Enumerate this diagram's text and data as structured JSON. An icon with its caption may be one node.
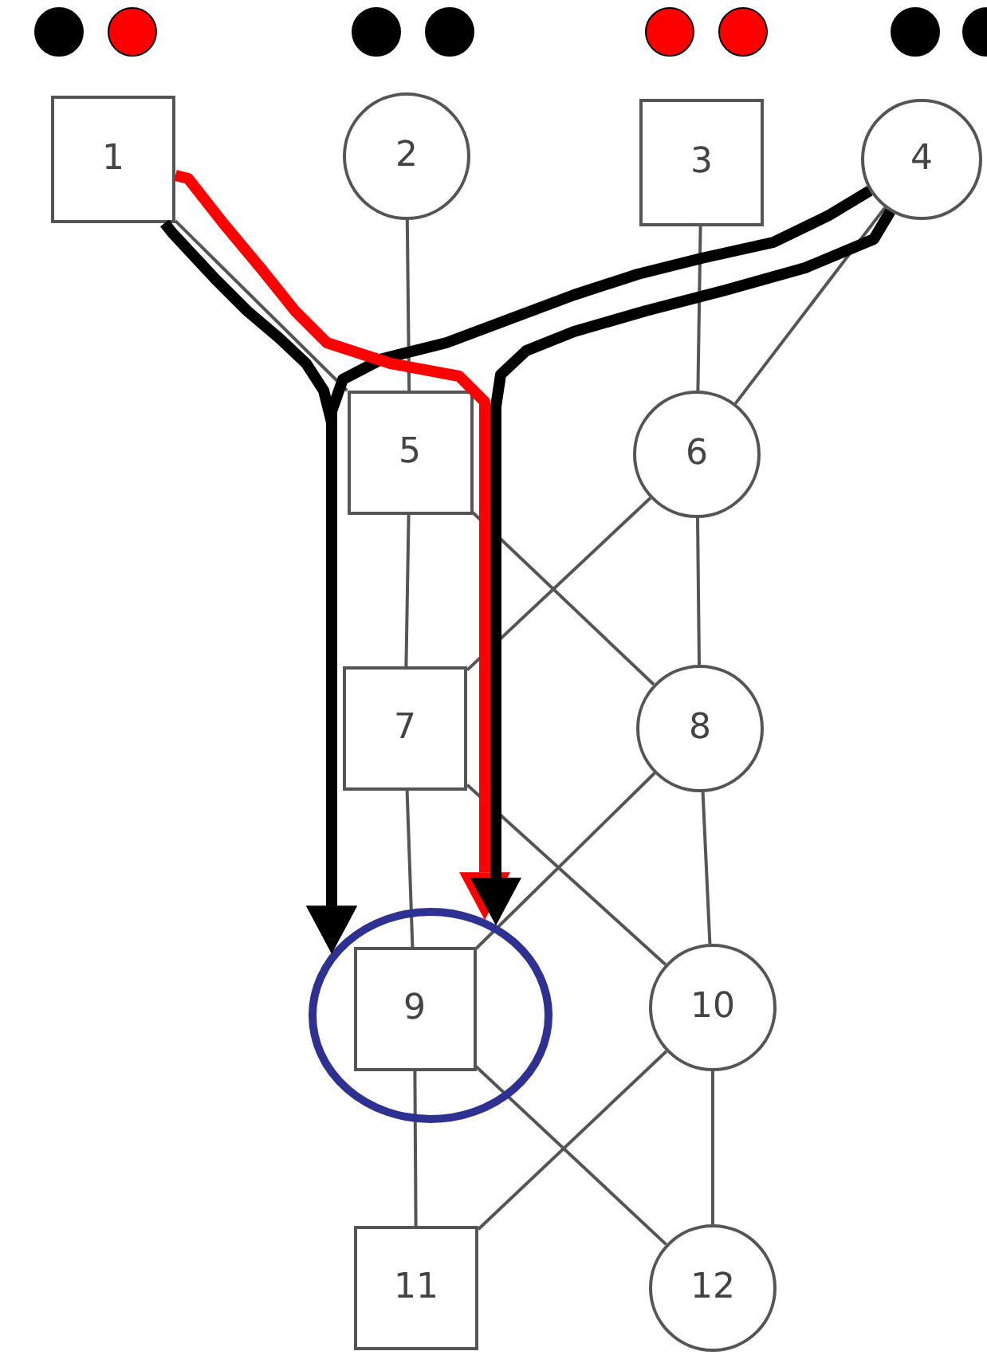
{
  "diagram": {
    "nodes": [
      {
        "text": [
          "1"
        ]
      },
      {
        "text": [
          "2"
        ]
      },
      {
        "text": [
          "3"
        ]
      },
      {
        "text": [
          "4"
        ]
      },
      {
        "text": [
          "5"
        ]
      },
      {
        "text": [
          "6"
        ]
      },
      {
        "text": [
          "7"
        ]
      },
      {
        "text": [
          "8"
        ]
      },
      {
        "text": [],
        "shape": "circle"
      },
      {
        "text": [
          "9"
        ],
        "in": 8
      },
      {
        "text": [
          "10"
        ]
      },
      {
        "text": [
          "11"
        ]
      },
      {
        "text": [
          "12"
        ]
      }
    ],
    "edges": [
      {
        "from": 0,
        "to": 8,
        "arrow": "to",
        "style": "thick",
        "color": "#000000"
      },
      {
        "from": 3,
        "to": 8,
        "arrow": "to",
        "style": "thick",
        "color": "#000000"
      },
      {
        "from": 0,
        "to": 8,
        "arrow": "to",
        "style": "thick",
        "color": "#ff0000"
      },
      {
        "from": 3,
        "to": 8,
        "arrow": "to",
        "style": "thick",
        "color": "#000000"
      },
      {
        "from": 0,
        "to": 4,
        "arrow": "none"
      },
      {
        "from": 1,
        "to": 4,
        "arrow": "none"
      },
      {
        "from": 2,
        "to": 5,
        "arrow": "none"
      },
      {
        "from": 3,
        "to": 5,
        "arrow": "none"
      },
      {
        "from": 4,
        "to": 6,
        "arrow": "none"
      },
      {
        "from": 4,
        "to": 7,
        "arrow": "none"
      },
      {
        "from": 5,
        "to": 6,
        "arrow": "none"
      },
      {
        "from": 5,
        "to": 7,
        "arrow": "none"
      },
      {
        "from": 6,
        "to": 9,
        "arrow": "none"
      },
      {
        "from": 6,
        "to": 10,
        "arrow": "none"
      },
      {
        "from": 7,
        "to": 9,
        "arrow": "none"
      },
      {
        "from": 7,
        "to": 10,
        "arrow": "none"
      },
      {
        "from": 9,
        "to": 11,
        "arrow": "none"
      },
      {
        "from": 9,
        "to": 12,
        "arrow": "none"
      },
      {
        "from": 10,
        "to": 11,
        "arrow": "none"
      },
      {
        "from": 10,
        "to": 12,
        "arrow": "none"
      }
    ]
  }
}
